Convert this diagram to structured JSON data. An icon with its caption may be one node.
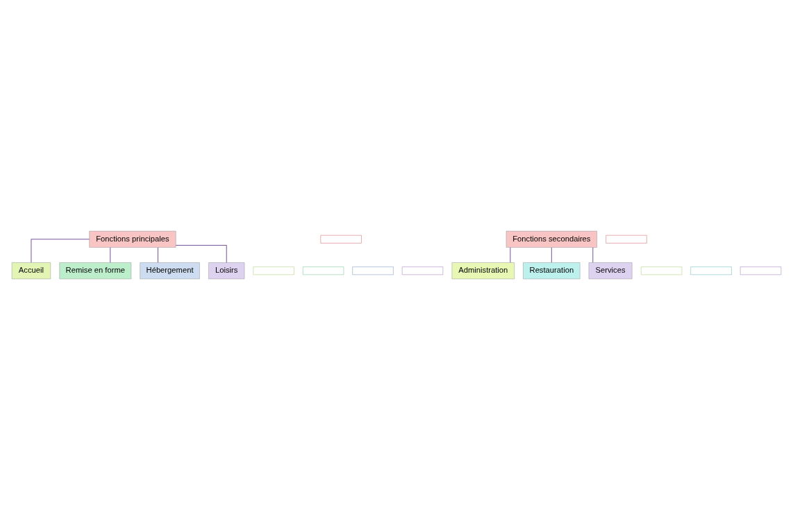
{
  "diagram": {
    "nodes": [
      {
        "text": [
          "Fonctions principales"
        ]
      },
      {
        "text": [],
        "shape": "box"
      },
      {
        "text": [
          "Accueil"
        ]
      },
      {
        "text": [],
        "shape": "box"
      },
      {
        "text": [
          "Remise en forme"
        ]
      },
      {
        "text": [],
        "shape": "box"
      },
      {
        "text": [
          "Hébergement"
        ]
      },
      {
        "text": [],
        "shape": "box"
      },
      {
        "text": [
          "Loisirs"
        ]
      },
      {
        "text": [],
        "shape": "box"
      },
      {
        "text": [
          "Fonctions secondaires"
        ]
      },
      {
        "text": [],
        "shape": "box"
      },
      {
        "text": [
          "Administration"
        ]
      },
      {
        "text": [],
        "shape": "box"
      },
      {
        "text": [
          "Restauration"
        ]
      },
      {
        "text": [],
        "shape": "box"
      },
      {
        "text": [
          "Services"
        ]
      },
      {
        "text": [],
        "shape": "box"
      }
    ],
    "edges": [
      {
        "from": 0,
        "to": 2,
        "arrow": "none"
      },
      {
        "from": 0,
        "to": 4,
        "arrow": "none"
      },
      {
        "from": 0,
        "to": 6,
        "arrow": "none"
      },
      {
        "from": 0,
        "to": 8,
        "arrow": "none"
      },
      {
        "from": 10,
        "to": 12,
        "arrow": "none"
      },
      {
        "from": 10,
        "to": 14,
        "arrow": "none"
      },
      {
        "from": 10,
        "to": 16,
        "arrow": "none"
      }
    ]
  }
}
